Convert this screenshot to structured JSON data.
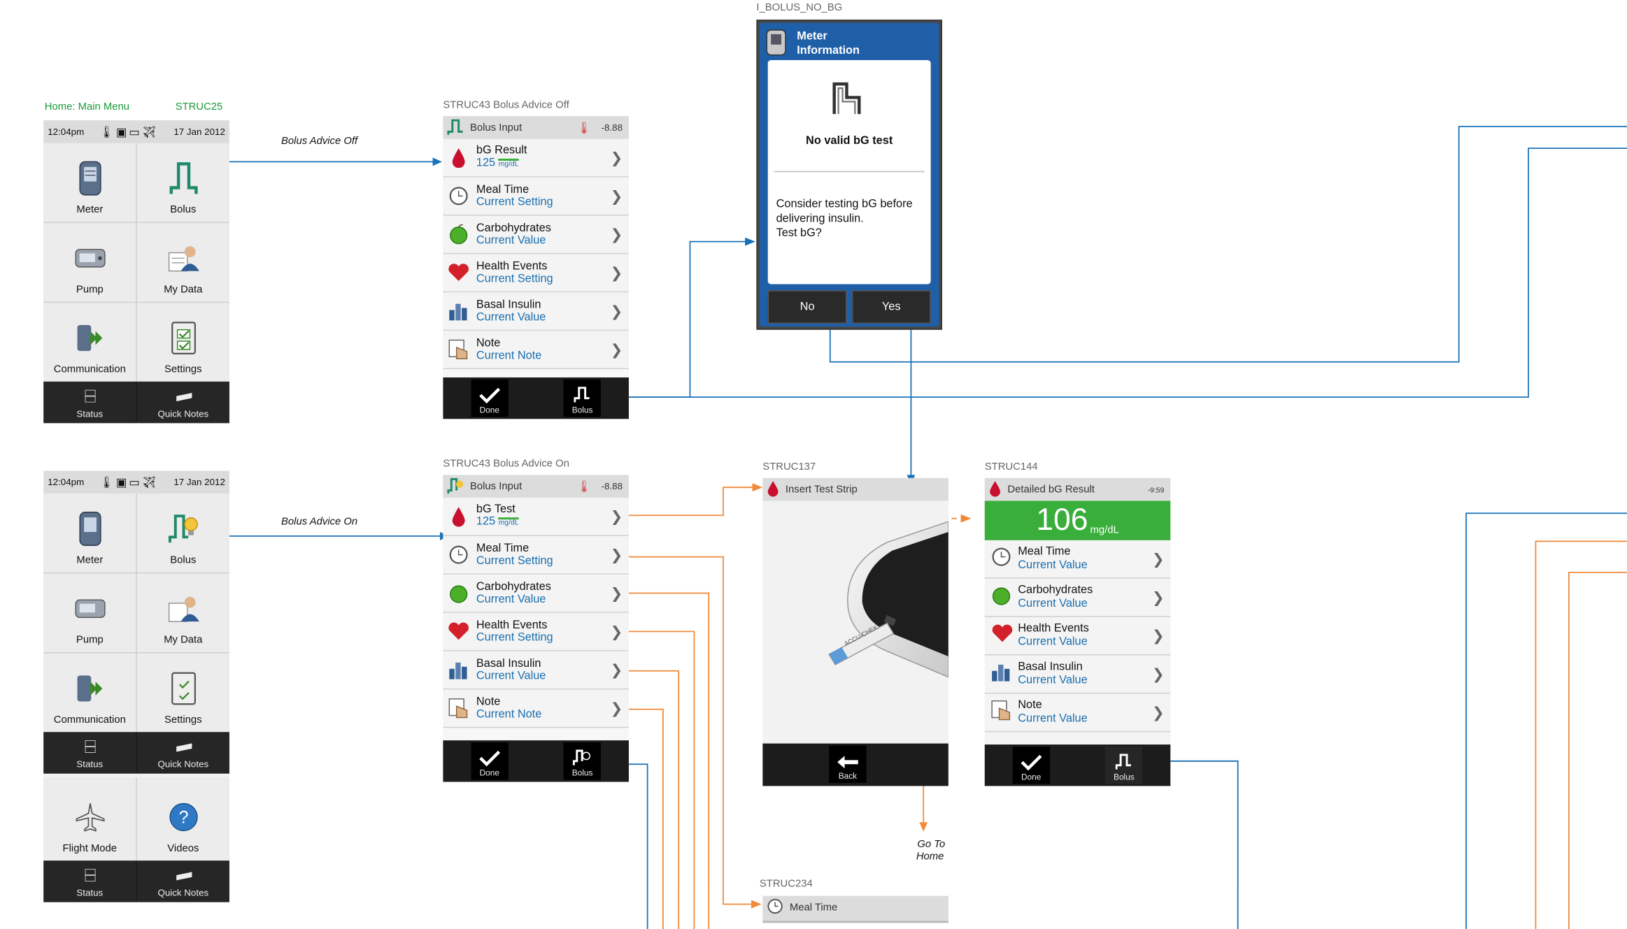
{
  "labels": {
    "home_title": "Home: Main Menu",
    "home_id": "STRUC25",
    "bolus_off_label": "STRUC43   Bolus Advice Off",
    "bolus_on_label": "STRUC43   Bolus Advice On",
    "dialog_id": "I_BOLUS_NO_BG",
    "strip_id": "STRUC137",
    "result_id": "STRUC144",
    "meal_id": "STRUC234",
    "arrow_off": "Bolus Advice Off",
    "arrow_on": "Bolus Advice On",
    "go_home_1": "Go To",
    "go_home_2": "Home"
  },
  "status": {
    "time": "12:04pm",
    "date": "17 Jan 2012"
  },
  "home_menu": {
    "items": [
      "Meter",
      "Bolus",
      "Pump",
      "My Data",
      "Communication",
      "Settings"
    ],
    "bar": [
      "Status",
      "Quick Notes"
    ],
    "extra": [
      "Flight Mode",
      "Videos"
    ]
  },
  "bolus_off": {
    "title": "Bolus Input",
    "temp": "-8.88",
    "rows": [
      {
        "t1": "bG Result",
        "t2": "125",
        "unit": "mg/dL"
      },
      {
        "t1": "Meal Time",
        "t2": "Current Setting"
      },
      {
        "t1": "Carbohydrates",
        "t2": "Current Value"
      },
      {
        "t1": "Health Events",
        "t2": "Current Setting"
      },
      {
        "t1": "Basal Insulin",
        "t2": "Current Value"
      },
      {
        "t1": "Note",
        "t2": "Current Note"
      }
    ],
    "buttons": [
      "Done",
      "Bolus"
    ]
  },
  "bolus_on": {
    "title": "Bolus Input",
    "temp": "-8.88",
    "rows": [
      {
        "t1": "bG Test",
        "t2": "125",
        "unit": "mg/dL"
      },
      {
        "t1": "Meal Time",
        "t2": "Current Setting"
      },
      {
        "t1": "Carbohydrates",
        "t2": "Current Value"
      },
      {
        "t1": "Health Events",
        "t2": "Current Setting"
      },
      {
        "t1": "Basal Insulin",
        "t2": "Current Value"
      },
      {
        "t1": "Note",
        "t2": "Current Note"
      }
    ],
    "buttons": [
      "Done",
      "Bolus"
    ]
  },
  "dialog": {
    "title_1": "Meter",
    "title_2": "Information",
    "heading": "No valid bG test",
    "body_1": "Consider testing bG before",
    "body_2": "delivering insulin.",
    "body_3": "Test bG?",
    "no": "No",
    "yes": "Yes"
  },
  "strip": {
    "title": "Insert  Test Strip",
    "back": "Back",
    "strip_text": "ACCU-CHEK"
  },
  "result": {
    "title": "Detailed bG Result",
    "time": "-9:59",
    "value": "106",
    "unit": "mg/dL",
    "rows": [
      {
        "t1": "Meal Time",
        "t2": "Current Value"
      },
      {
        "t1": "Carbohydrates",
        "t2": "Current Value"
      },
      {
        "t1": "Health Events",
        "t2": "Current Value"
      },
      {
        "t1": "Basal Insulin",
        "t2": "Current Value"
      },
      {
        "t1": "Note",
        "t2": "Current Value"
      }
    ],
    "buttons": [
      "Done",
      "Bolus"
    ]
  },
  "meal": {
    "title": "Meal Time"
  },
  "colors": {
    "blue_link": "#1a72b8",
    "orange_link": "#f08a3a",
    "result_green": "#3aae3a",
    "dialog_blue": "#1f5fa8"
  }
}
